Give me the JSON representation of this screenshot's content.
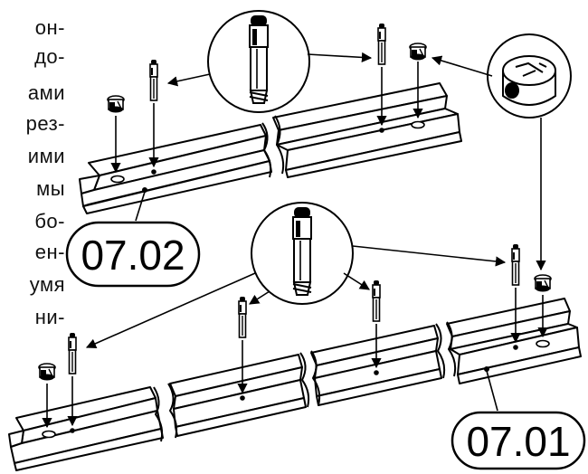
{
  "text_fragments": [
    "он-",
    "до-",
    "ами",
    "рез-",
    "ими",
    "мы",
    "бо-",
    "ен-",
    "умя",
    "ни-"
  ],
  "labels": {
    "upper_part": "07.02",
    "lower_part": "07.01"
  },
  "colors": {
    "line": "#000000",
    "background": "#ffffff",
    "fill": "#ffffff"
  }
}
